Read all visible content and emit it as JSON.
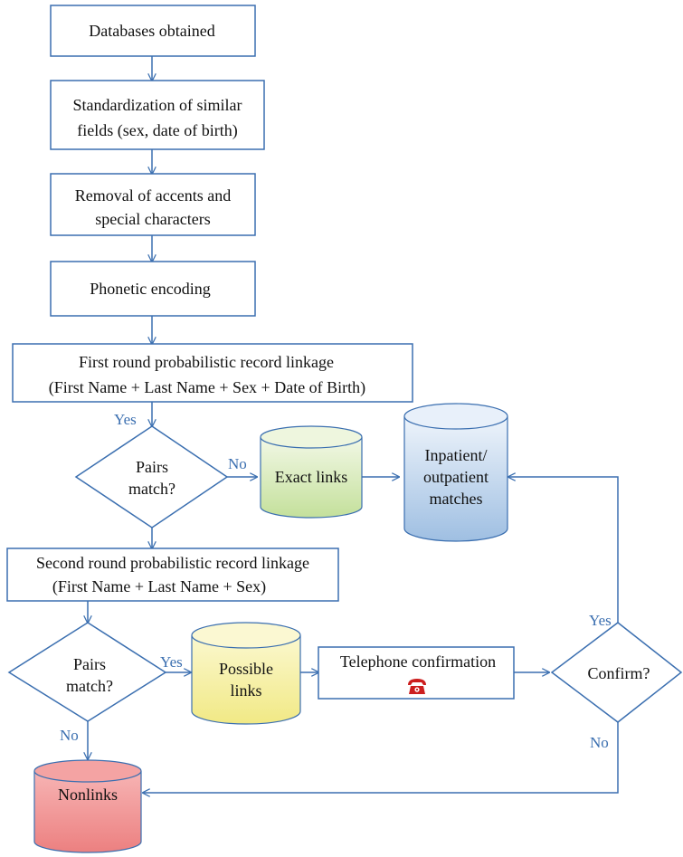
{
  "nodes": {
    "databases_obtained": "Databases obtained",
    "standardization": [
      "Standardization of similar",
      "fields (sex, date of birth)"
    ],
    "removal": [
      "Removal of accents and",
      "special characters"
    ],
    "phonetic": "Phonetic encoding",
    "first_round": [
      "First round probabilistic record linkage",
      "(First Name + Last Name + Sex + Date of Birth)"
    ],
    "pairs_match_1": [
      "Pairs",
      "match?"
    ],
    "exact_links": "Exact links",
    "matches_db": [
      "Inpatient/",
      "outpatient",
      "matches"
    ],
    "second_round": [
      "Second round probabilistic record linkage",
      "(First Name + Last Name + Sex)"
    ],
    "pairs_match_2": [
      "Pairs",
      "match?"
    ],
    "possible_links": [
      "Possible",
      "links"
    ],
    "telephone": "Telephone confirmation",
    "confirm": "Confirm?",
    "nonlinks": "Nonlinks"
  },
  "edge_labels": {
    "first_yes": "Yes",
    "first_no": "No",
    "second_yes": "Yes",
    "second_no": "No",
    "confirm_yes": "Yes",
    "confirm_no": "No"
  },
  "icons": {
    "telephone": "telephone-icon"
  },
  "colors": {
    "line": "#3b6fb0",
    "label": "#3b6fb0",
    "exact_links_fill": "#d6e9b8",
    "matches_fill": "#c5d8ef",
    "possible_links_fill": "#f6f1a6",
    "nonlinks_fill": "#ef8a8a",
    "telephone_icon": "#cc1f1f"
  }
}
